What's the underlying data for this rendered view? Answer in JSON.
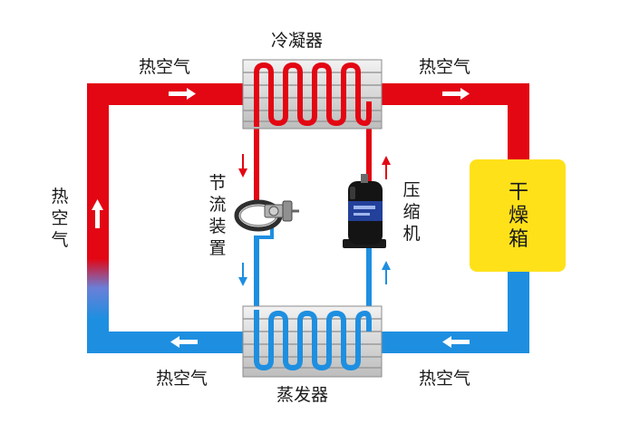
{
  "labels": {
    "condenser": "冷凝器",
    "evaporator": "蒸发器",
    "hot_air_top_left": "热空气",
    "hot_air_top_right": "热空气",
    "hot_air_left": "热空气",
    "hot_air_bottom_left": "热空气",
    "hot_air_bottom_right": "热空气",
    "throttle": "节流装置",
    "compressor": "压缩机",
    "dryer": "干燥箱"
  },
  "colors": {
    "hot": "#e30613",
    "cold": "#1e8fe0",
    "dryer": "#ffe11a",
    "arrow": "#ffffff"
  }
}
